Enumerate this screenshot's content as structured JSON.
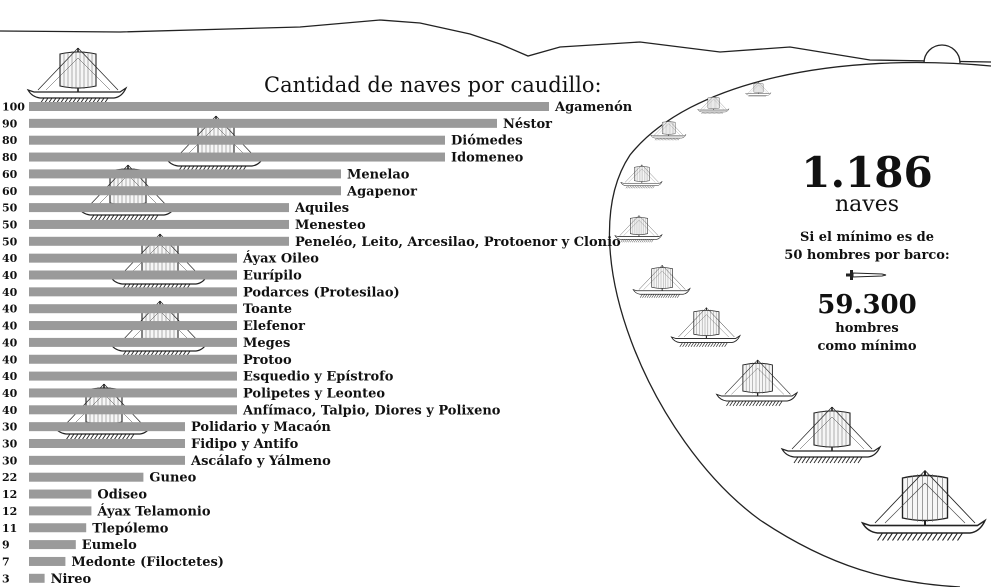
{
  "chart_data": {
    "type": "bar",
    "orientation": "horizontal",
    "title": "Cantidad de naves por caudillo:",
    "categories": [
      "Agamenón",
      "Néstor",
      "Diómedes",
      "Idomeneo",
      "Menelao",
      "Agapenor",
      "Aquiles",
      "Menesteo",
      "Peneléo, Leito, Arcesilao, Protoenor y Clonio",
      "Áyax Oileo",
      "Eurípilo",
      "Podarces (Protesilao)",
      "Toante",
      "Elefenor",
      "Meges",
      "Protoo",
      "Esquedio y Epístrofo",
      "Polipetes y Leonteo",
      "Anfímaco, Talpio, Diores y Polixeno",
      "Polidario y Macaón",
      "Fidipo y Antifo",
      "Ascálafo y Yálmeno",
      "Guneo",
      "Odiseo",
      "Áyax Telamonio",
      "Tlepólemo",
      "Eumelo",
      "Medonte (Filoctetes)",
      "Nireo"
    ],
    "values": [
      100,
      90,
      80,
      80,
      60,
      60,
      50,
      50,
      50,
      40,
      40,
      40,
      40,
      40,
      40,
      40,
      40,
      40,
      40,
      30,
      30,
      30,
      22,
      12,
      12,
      11,
      9,
      7,
      3
    ],
    "xlim": [
      0,
      100
    ],
    "grid": false,
    "legend": "none",
    "colors": {
      "bar": "#9a9a9a",
      "text": "#111111",
      "line": "#222222"
    }
  },
  "summary": {
    "total_number": "1.186",
    "total_unit": "naves",
    "note_line1": "Si el mínimo es de",
    "note_line2": "50 hombres por barco:",
    "men_number": "59.300",
    "men_line1": "hombres",
    "men_line2": "como mínimo",
    "icon": "sword-icon"
  },
  "decorations": {
    "icon": "ship-icon"
  }
}
